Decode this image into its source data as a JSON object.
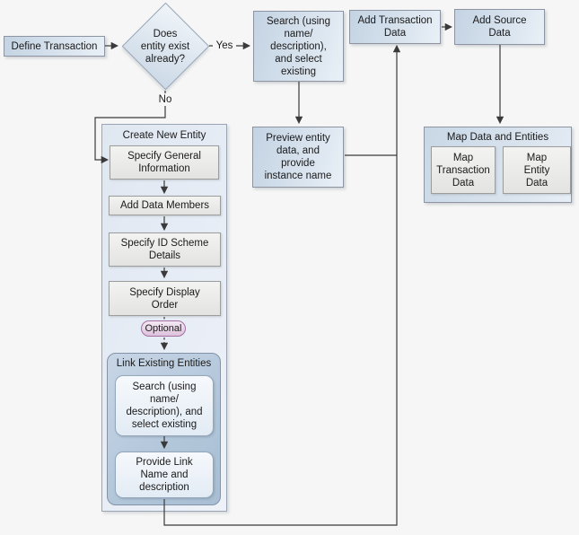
{
  "labels": {
    "yes": "Yes",
    "no": "No",
    "optional": "Optional"
  },
  "nodes": {
    "define_transaction": "Define Transaction",
    "decision": "Does\nentity exist\nalready?",
    "search_select_existing": "Search (using\nname/\ndescription),\nand select\nexisting",
    "add_transaction_data": "Add Transaction\nData",
    "add_source_data": "Add Source\nData",
    "preview_entity": "Preview entity\ndata, and\nprovide\ninstance name",
    "create_new_entity": {
      "title": "Create New Entity",
      "specify_general_information": "Specify General\nInformation",
      "add_data_members": "Add Data Members",
      "specify_id_scheme_details": "Specify ID Scheme\nDetails",
      "specify_display_order": "Specify Display\nOrder",
      "link_existing_entities": {
        "title": "Link Existing Entities",
        "search_select_existing": "Search (using\nname/\ndescription), and\nselect existing",
        "provide_link_name": "Provide Link\nName and\ndescription"
      }
    },
    "map_data_and_entities": {
      "title": "Map Data and Entities",
      "map_transaction_data": "Map\nTransaction\nData",
      "map_entity_data": "Map\nEntity\nData"
    }
  },
  "edges": [
    {
      "from": "define_transaction",
      "to": "decision"
    },
    {
      "from": "decision",
      "to": "search_select_existing",
      "label": "Yes"
    },
    {
      "from": "decision",
      "to": "create_new_entity.specify_general_information",
      "label": "No"
    },
    {
      "from": "search_select_existing",
      "to": "preview_entity"
    },
    {
      "from": "preview_entity",
      "to": "add_transaction_data"
    },
    {
      "from": "add_transaction_data",
      "to": "add_source_data"
    },
    {
      "from": "add_source_data",
      "to": "map_data_and_entities"
    },
    {
      "from": "specify_general_information",
      "to": "add_data_members"
    },
    {
      "from": "add_data_members",
      "to": "specify_id_scheme_details"
    },
    {
      "from": "specify_id_scheme_details",
      "to": "specify_display_order"
    },
    {
      "from": "specify_display_order",
      "to": "link_existing_entities",
      "label": "Optional",
      "style": "dashed"
    },
    {
      "from": "link_existing_entities.search_select_existing",
      "to": "link_existing_entities.provide_link_name"
    },
    {
      "from": "link_existing_entities.provide_link_name",
      "to": "add_transaction_data"
    }
  ],
  "colors": {
    "background": "#f6f6f6",
    "node_fill_light": "#e9f0f7",
    "node_fill_dark": "#c4d3e3",
    "node_border": "#8c95a1",
    "step_fill": "#ececea",
    "step_border": "#9d9d9d",
    "group_fill": "#e4eaf4",
    "link_group_fill": "#b4c7db",
    "link_item_fill": "#ecf2f8",
    "optional_fill": "#eed9ee",
    "optional_border": "#a470a4",
    "connector": "#3a3a3a",
    "text": "#1a1a1a"
  }
}
